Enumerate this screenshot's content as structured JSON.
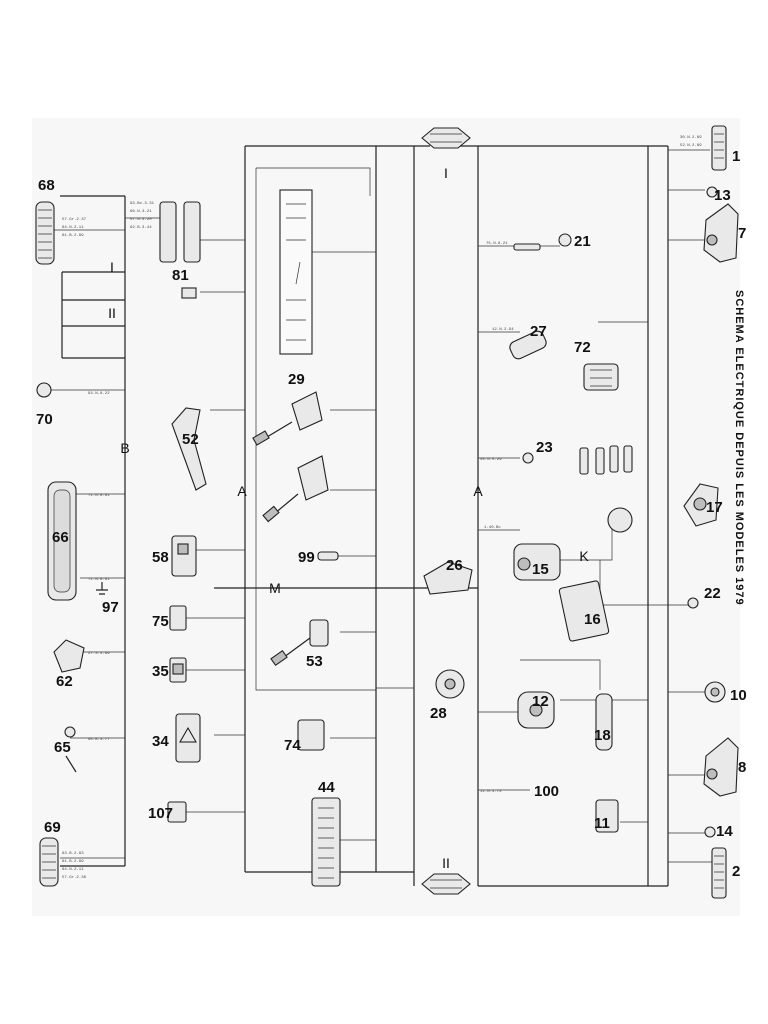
{
  "title": "SCHEMA ELECTRIQUE DEPUIS LES MODELES 1979",
  "bus_labels": {
    "A_left": "A",
    "A_right": "A",
    "B": "B",
    "M": "M",
    "K": "K",
    "I_top": "I",
    "I_left": "I",
    "II_left": "II",
    "II_bottom": "II"
  },
  "components": {
    "c1": "1",
    "c2": "2",
    "c7": "7",
    "c8": "8",
    "c10": "10",
    "c11": "11",
    "c12": "12",
    "c13": "13",
    "c14": "14",
    "c15": "15",
    "c16": "16",
    "c17": "17",
    "c18": "18",
    "c21": "21",
    "c22": "22",
    "c23": "23",
    "c26": "26",
    "c27": "27",
    "c28": "28",
    "c29": "29",
    "c34": "34",
    "c35": "35",
    "c44": "44",
    "c52": "52",
    "c53": "53",
    "c58": "58",
    "c62": "62",
    "c65": "65",
    "c66": "66",
    "c68": "68",
    "c69": "69",
    "c70": "70",
    "c72": "72",
    "c74": "74",
    "c75": "75",
    "c81": "81",
    "c97": "97",
    "c99": "99",
    "c100": "100",
    "c107": "107"
  },
  "wire_codes": {
    "w1": "57.Gr.2.37",
    "w2": "64.N.2.11",
    "w3": "61.B.2.89",
    "w4": "93.Bc.3.31",
    "w5": "66.N.3.21",
    "w6": "57.N.3.20",
    "w7": "62.B.3.44",
    "w8": "71.N.8.91",
    "w9": "71.N.8.91",
    "w10": "94.N.8.22",
    "w11": "27.S.4.99",
    "w12": "95.B.3.77",
    "w13": "63.B.2.83",
    "w14": "61.B.2.89",
    "w15": "64.N.2.11",
    "w16": "57.Gr.2.38",
    "w17": "75.N.8.21",
    "w18": "30.N.2.89",
    "w19": "52.N.2.89",
    "w20": "45.N.5.29",
    "w21": "1.40.Bc",
    "w22": "12.N.2.94",
    "w23": "11.N.4.72"
  },
  "icons": {
    "schematic": "wiring-diagram",
    "lamp": "lamp-icon",
    "motor": "motor-icon",
    "battery": "battery-icon",
    "coil": "coil-icon",
    "plug": "spark-plug-icon"
  }
}
